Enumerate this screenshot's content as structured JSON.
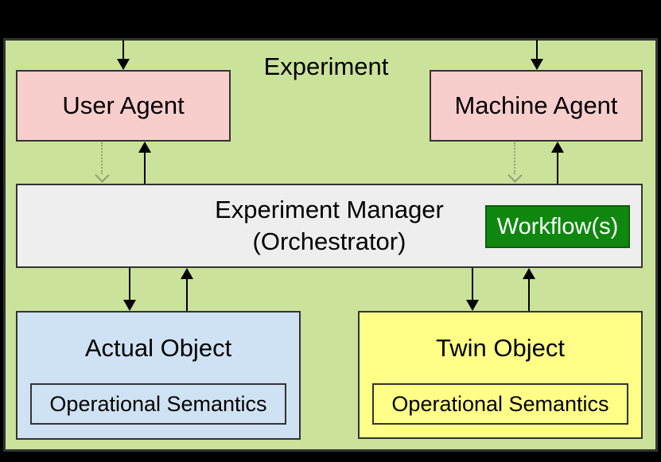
{
  "diagram": {
    "title": "Experiment",
    "nodes": {
      "user_agent": {
        "label": "User Agent"
      },
      "machine_agent": {
        "label": "Machine Agent"
      },
      "experiment_manager": {
        "line1": "Experiment Manager",
        "line2": "(Orchestrator)"
      },
      "workflow": {
        "label": "Workflow(s)"
      },
      "actual_object": {
        "label": "Actual Object",
        "inner": {
          "label": "Operational Semantics"
        }
      },
      "twin_object": {
        "label": "Twin Object",
        "inner": {
          "label": "Operational Semantics"
        }
      }
    },
    "connections": [
      {
        "from": "outside-top",
        "to": "user-agent",
        "style": "solid",
        "direction": "down"
      },
      {
        "from": "outside-top",
        "to": "machine-agent",
        "style": "solid",
        "direction": "down"
      },
      {
        "from": "user-agent",
        "to": "experiment-manager",
        "style": "dotted",
        "direction": "down"
      },
      {
        "from": "experiment-manager",
        "to": "user-agent",
        "style": "solid",
        "direction": "up"
      },
      {
        "from": "machine-agent",
        "to": "experiment-manager",
        "style": "dotted",
        "direction": "down"
      },
      {
        "from": "experiment-manager",
        "to": "machine-agent",
        "style": "solid",
        "direction": "up"
      },
      {
        "from": "experiment-manager",
        "to": "actual-object",
        "style": "solid",
        "direction": "down"
      },
      {
        "from": "actual-object",
        "to": "experiment-manager",
        "style": "solid",
        "direction": "up"
      },
      {
        "from": "experiment-manager",
        "to": "twin-object",
        "style": "solid",
        "direction": "down"
      },
      {
        "from": "twin-object",
        "to": "experiment-manager",
        "style": "solid",
        "direction": "up"
      }
    ],
    "colors": {
      "page_background": "#000000",
      "experiment_fill": "#cbe29a",
      "experiment_border": "#333333",
      "agent_fill": "#f8cecc",
      "manager_fill": "#eeeeee",
      "workflow_fill": "#108810",
      "workflow_border": "#0b5e0b",
      "workflow_text": "#ffffff",
      "actual_object_fill": "#cfe2f3",
      "twin_object_fill": "#ffff88",
      "box_border": "#333333",
      "arrow_solid": "#000000",
      "arrow_dotted": "#8fa06f"
    }
  }
}
